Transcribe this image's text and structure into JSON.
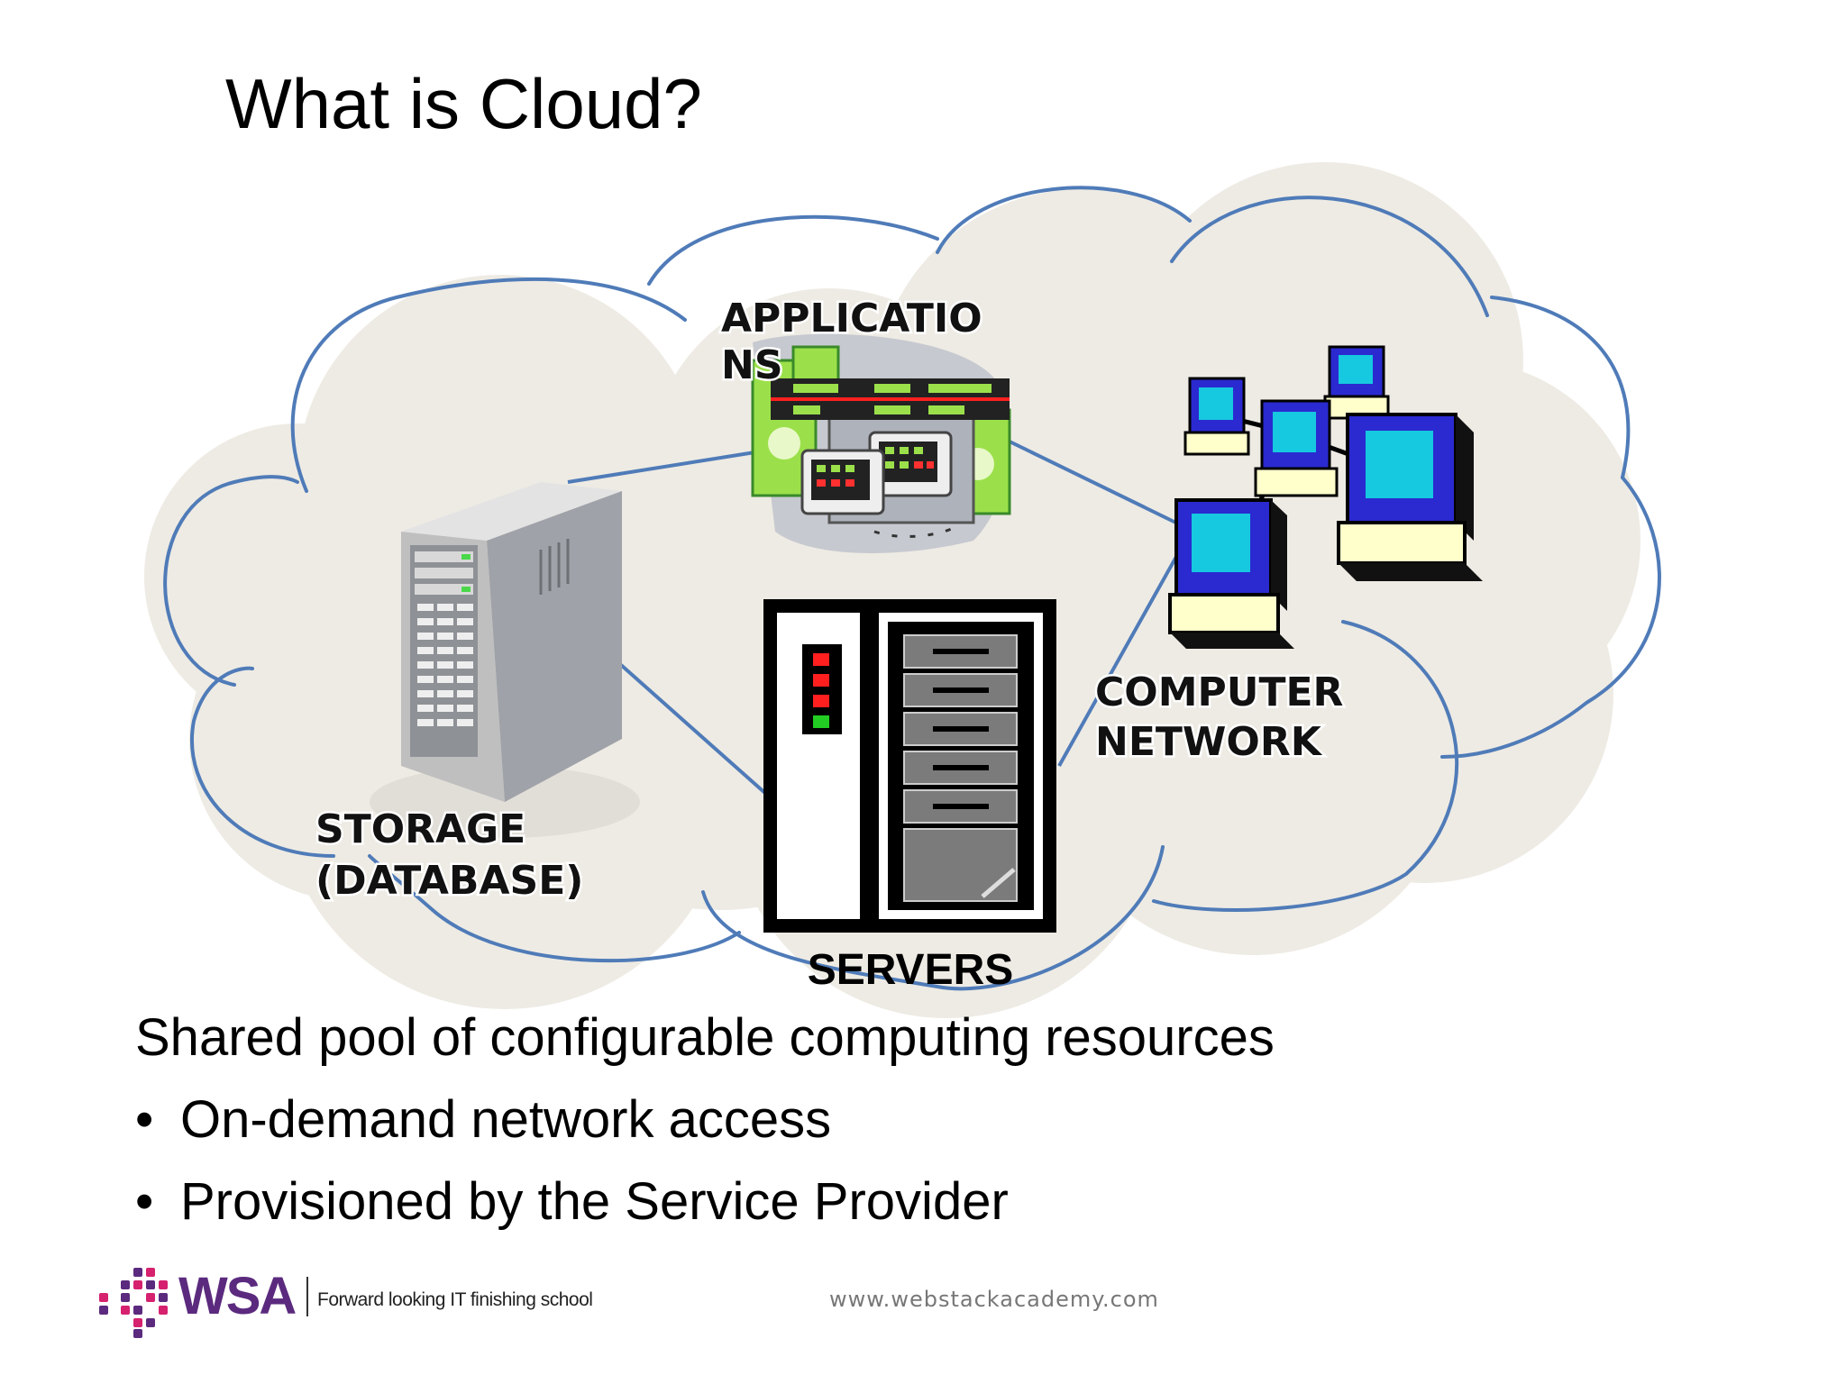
{
  "slide": {
    "title": "What is Cloud?"
  },
  "diagram": {
    "nodes": {
      "applications": {
        "line1": "APPLICATIO",
        "line2": "NS"
      },
      "computer_network": {
        "line1": "COMPUTER",
        "line2": "NETWORK"
      },
      "storage": {
        "line1": "STORAGE",
        "line2": "(DATABASE)"
      },
      "servers": {
        "label": "SERVERS"
      }
    },
    "colors": {
      "cloud_fill": "#eeebe4",
      "cloud_stroke": "#4f7bb8",
      "link": "#4f7bb8",
      "money_green": "#9be04a",
      "monitor_blue": "#2a2ad0",
      "screen_cyan": "#16c8e0"
    },
    "icons": [
      "cloud-shape",
      "database-server-icon",
      "applications-icon",
      "computer-network-icon",
      "server-rack-icon"
    ]
  },
  "content": {
    "lead": "Shared pool of configurable computing resources",
    "bullet_glyph": "•",
    "bullets": [
      "On-demand network access",
      "Provisioned by the Service Provider"
    ]
  },
  "footer": {
    "brand": "WSA",
    "tagline": "Forward looking IT finishing school",
    "url": "www.webstackacademy.com",
    "brand_colors": [
      "#5b2a7e",
      "#d6216f"
    ]
  }
}
